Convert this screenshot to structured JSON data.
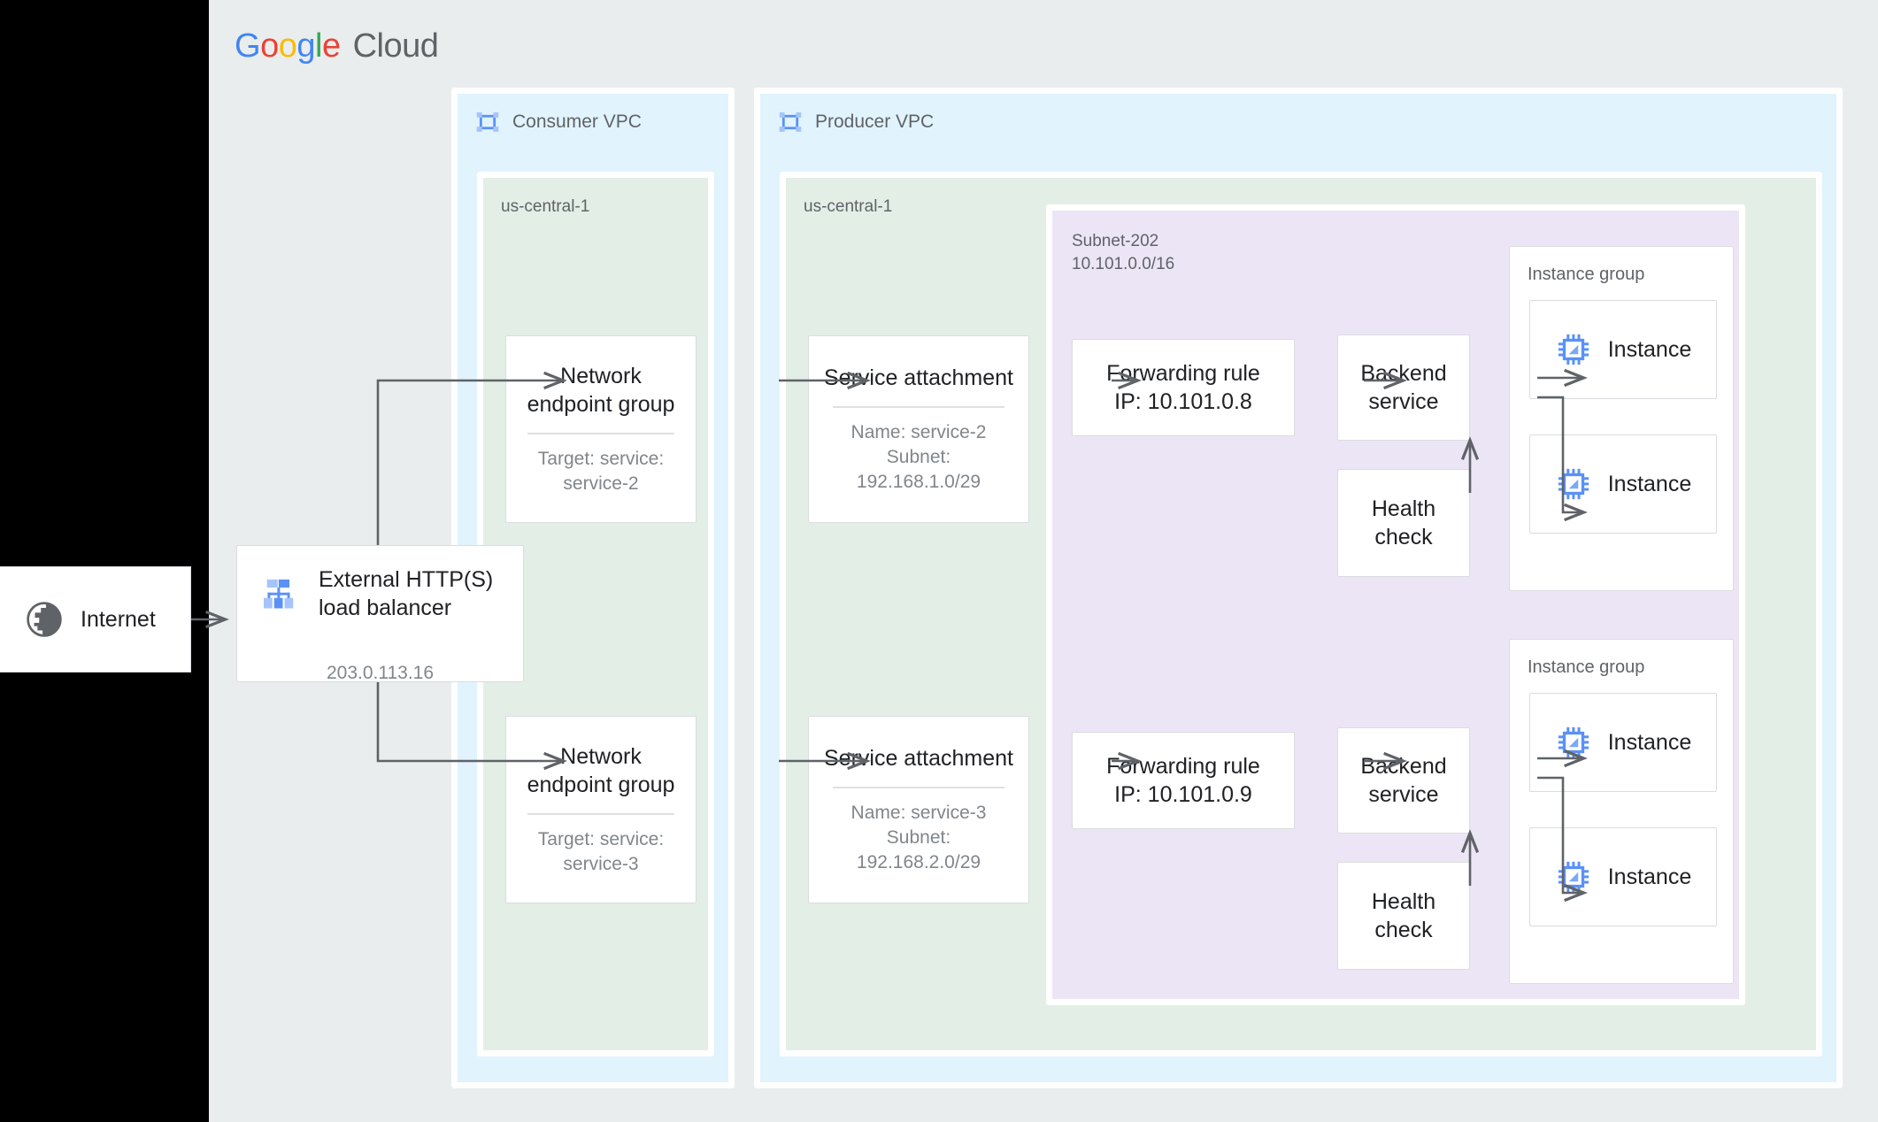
{
  "brand": {
    "name_parts": [
      "G",
      "o",
      "o",
      "g",
      "l",
      "e"
    ],
    "suffix": "Cloud",
    "colors": {
      "blue": "#4285F4",
      "red": "#EA4335",
      "yellow": "#FBBC05",
      "green": "#34A853",
      "gray": "#5f6368"
    }
  },
  "palette": {
    "vpc_bg": "#e1f3fd",
    "region_bg": "#e3efe6",
    "subnet_bg": "#ece5f6",
    "panel_bg": "#eaeded",
    "card_bg": "#ffffff",
    "edge": "#5f6368",
    "icon_blue": "#5b91f5"
  },
  "internet": {
    "label": "Internet",
    "icon": "globe-icon"
  },
  "load_balancer": {
    "title": "External HTTP(S) load balancer",
    "title_line1": "External HTTP(S)",
    "title_line2": "load balancer",
    "ip": "203.0.113.16",
    "icon": "load-balancer-icon"
  },
  "vpcs": [
    {
      "id": "consumer",
      "label": "Consumer VPC",
      "icon": "vpc-icon",
      "region": {
        "label": "us-central-1",
        "nodes": [
          {
            "id": "neg-top",
            "title_line1": "Network",
            "title_line2": "endpoint group",
            "sub_line1": "Target: service:",
            "sub_line2": "service-2"
          },
          {
            "id": "neg-bottom",
            "title_line1": "Network",
            "title_line2": "endpoint group",
            "sub_line1": "Target: service:",
            "sub_line2": "service-3"
          }
        ]
      }
    },
    {
      "id": "producer",
      "label": "Producer VPC",
      "icon": "vpc-icon",
      "region": {
        "label": "us-central-1",
        "service_attachments": [
          {
            "id": "sa-top",
            "title": "Service attachment",
            "sub_line1": "Name: service-2",
            "sub_line2": "Subnet:",
            "sub_line3": "192.168.1.0/29"
          },
          {
            "id": "sa-bottom",
            "title": "Service attachment",
            "sub_line1": "Name: service-3",
            "sub_line2": "Subnet:",
            "sub_line3": "192.168.2.0/29"
          }
        ],
        "subnet": {
          "name": "Subnet-202",
          "cidr": "10.101.0.0/16",
          "stacks": [
            {
              "id": "stack-top",
              "forwarding_rule": {
                "line1": "Forwarding rule",
                "line2": "IP: 10.101.0.8"
              },
              "backend_service": {
                "line1": "Backend",
                "line2": "service"
              },
              "health_check": {
                "line1": "Health",
                "line2": "check"
              },
              "instance_group": {
                "label": "Instance group",
                "instances": [
                  {
                    "label": "Instance",
                    "icon": "instance-icon"
                  },
                  {
                    "label": "Instance",
                    "icon": "instance-icon"
                  }
                ]
              }
            },
            {
              "id": "stack-bottom",
              "forwarding_rule": {
                "line1": "Forwarding rule",
                "line2": "IP: 10.101.0.9"
              },
              "backend_service": {
                "line1": "Backend",
                "line2": "service"
              },
              "health_check": {
                "line1": "Health",
                "line2": "check"
              },
              "instance_group": {
                "label": "Instance group",
                "instances": [
                  {
                    "label": "Instance",
                    "icon": "instance-icon"
                  },
                  {
                    "label": "Instance",
                    "icon": "instance-icon"
                  }
                ]
              }
            }
          ]
        }
      }
    }
  ]
}
